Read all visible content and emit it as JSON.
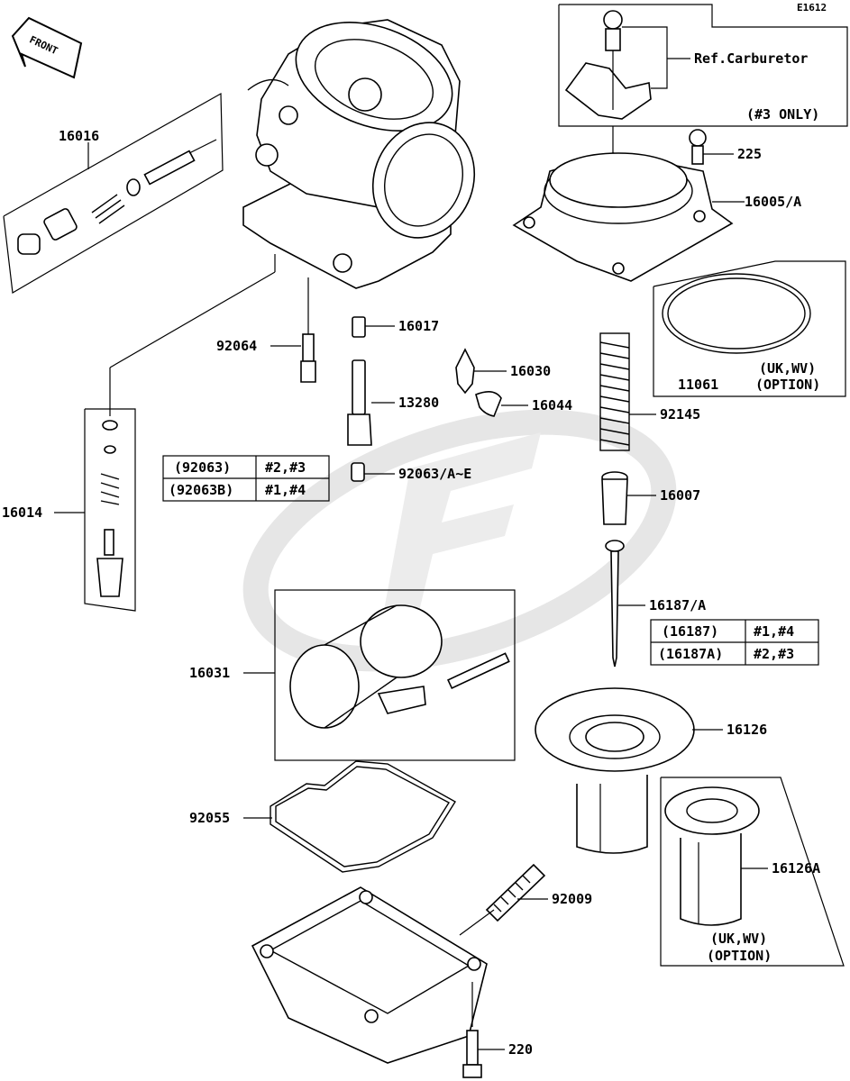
{
  "diagram_code": "E1612",
  "front_label": "FRONT",
  "callouts": {
    "p16016": "16016",
    "p16014": "16014",
    "p92064": "92064",
    "p16017": "16017",
    "p13280": "13280",
    "p16030": "16030",
    "p16044": "16044",
    "p92063": "92063/A~E",
    "p16031": "16031",
    "p92055": "92055",
    "p92009": "92009",
    "p220": "220",
    "p225": "225",
    "p16005": "16005/A",
    "p11061": "11061",
    "p92145": "92145",
    "p16007": "16007",
    "p16187": "16187/A",
    "p16126": "16126",
    "p16126a": "16126A"
  },
  "notes": {
    "ref_carburetor": "Ref.Carburetor",
    "third_only": "(#3 ONLY)",
    "uk_wv_1": "(UK,WV)",
    "option_1": "(OPTION)",
    "uk_wv_2": "(UK,WV)",
    "option_2": "(OPTION)"
  },
  "table_92063": [
    {
      "part": "(92063)",
      "cyl": "#2,#3"
    },
    {
      "part": "(92063B)",
      "cyl": "#1,#4"
    }
  ],
  "table_16187": [
    {
      "part": "(16187)",
      "cyl": "#1,#4"
    },
    {
      "part": "(16187A)",
      "cyl": "#2,#3"
    }
  ]
}
